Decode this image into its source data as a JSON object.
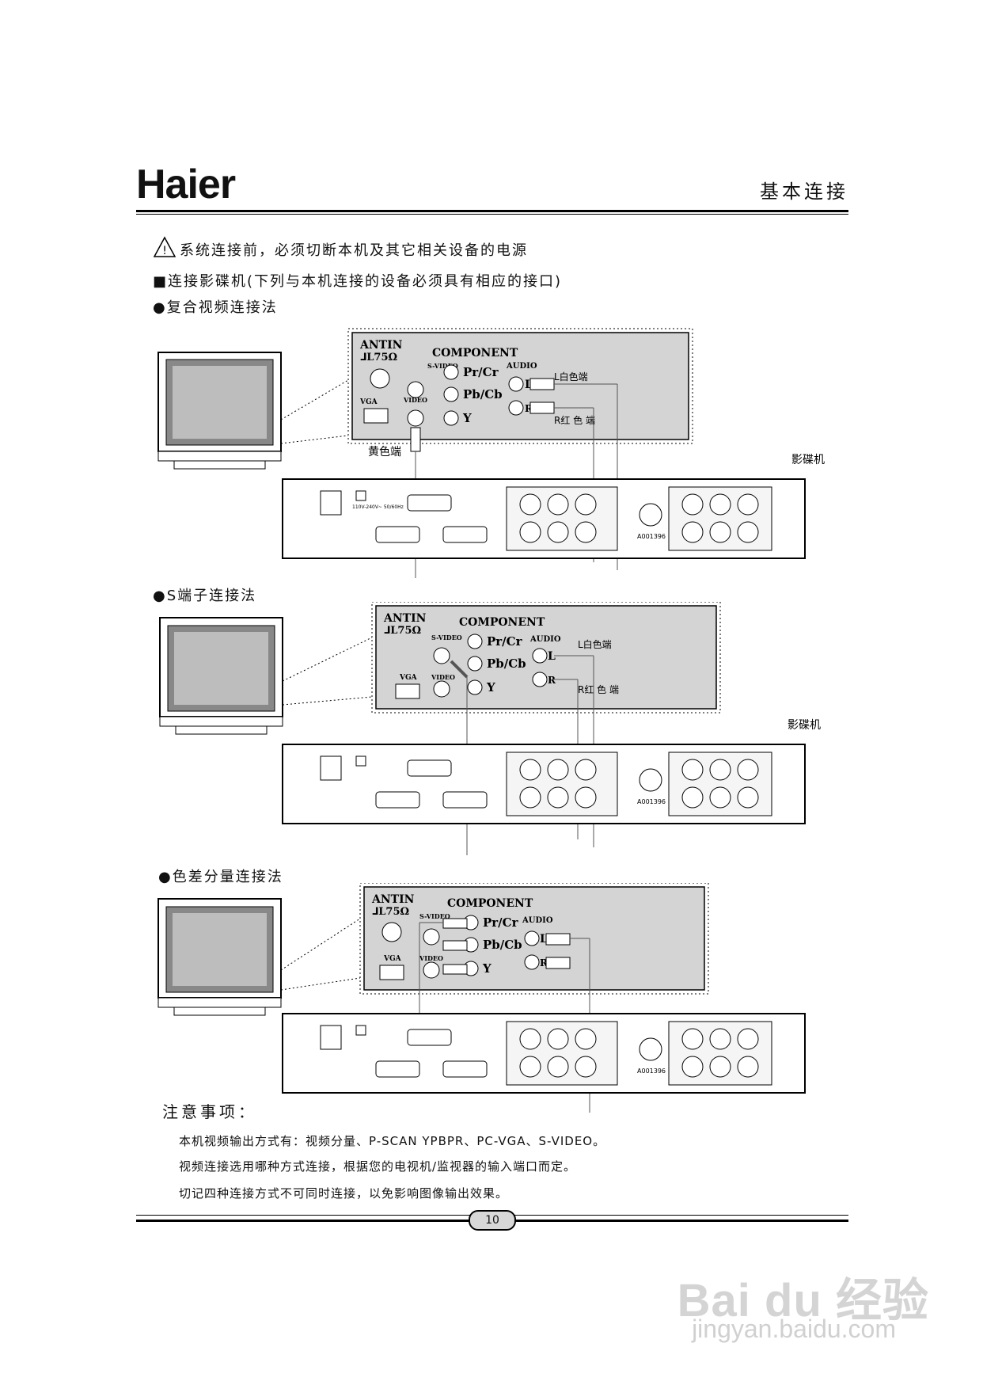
{
  "header": {
    "brand": "Haier",
    "section": "基本连接"
  },
  "warning": "系统连接前，必须切断本机及其它相关设备的电源",
  "intro": "■连接影碟机(下列与本机连接的设备必须具有相应的接口)",
  "methods": [
    {
      "title": "●复合视频连接法",
      "labels": {
        "l_white": "L白色端",
        "r_red": "R红 色 端",
        "yellow": "黄色端",
        "player": "影碟机"
      }
    },
    {
      "title": "●S端子连接法",
      "labels": {
        "l_white": "L白色端",
        "r_red": "R红 色 端",
        "player": "影碟机"
      }
    },
    {
      "title": "●色差分量连接法",
      "labels": {}
    }
  ],
  "panel_labels": {
    "antin": "ANTIN",
    "ohm": "⅃L75Ω",
    "component": "COMPONENT",
    "pr": "Pr/Cr",
    "pb": "Pb/Cb",
    "y": "Y",
    "audio": "AUDIO",
    "l": "L",
    "r": "R",
    "svideo": "S-VIDEO",
    "video": "VIDEO",
    "vga": "VGA"
  },
  "player_labels": {
    "code": "A001396",
    "power": "110V-240V~ 50/60Hz"
  },
  "notes": {
    "title": "注意事项：",
    "items": [
      "本机视频输出方式有：视频分量、P-SCAN YPBPR、PC-VGA、S-VIDEO。",
      "视频连接选用哪种方式连接，根据您的电视机/监视器的输入端口而定。",
      "切记四种连接方式不可同时连接，以免影响图像输出效果。"
    ]
  },
  "page_number": "10",
  "watermark": {
    "brand": "Bai du 经验",
    "url": "jingyan.baidu.com"
  }
}
